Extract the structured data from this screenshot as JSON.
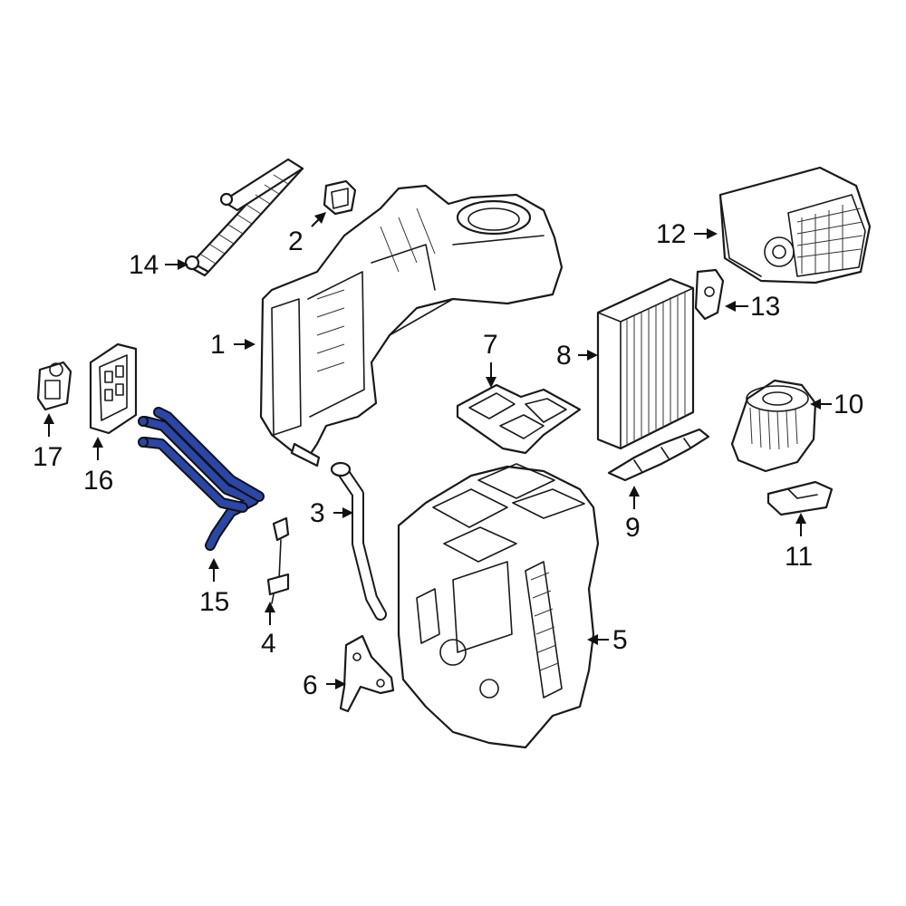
{
  "diagram": {
    "highlight_color": "#2a46a8",
    "callouts": [
      {
        "id": "1",
        "label": "1"
      },
      {
        "id": "2",
        "label": "2"
      },
      {
        "id": "3",
        "label": "3"
      },
      {
        "id": "4",
        "label": "4"
      },
      {
        "id": "5",
        "label": "5"
      },
      {
        "id": "6",
        "label": "6"
      },
      {
        "id": "7",
        "label": "7"
      },
      {
        "id": "8",
        "label": "8"
      },
      {
        "id": "9",
        "label": "9"
      },
      {
        "id": "10",
        "label": "10"
      },
      {
        "id": "11",
        "label": "11"
      },
      {
        "id": "12",
        "label": "12"
      },
      {
        "id": "13",
        "label": "13"
      },
      {
        "id": "14",
        "label": "14"
      },
      {
        "id": "15",
        "label": "15"
      },
      {
        "id": "16",
        "label": "16"
      },
      {
        "id": "17",
        "label": "17"
      }
    ]
  }
}
